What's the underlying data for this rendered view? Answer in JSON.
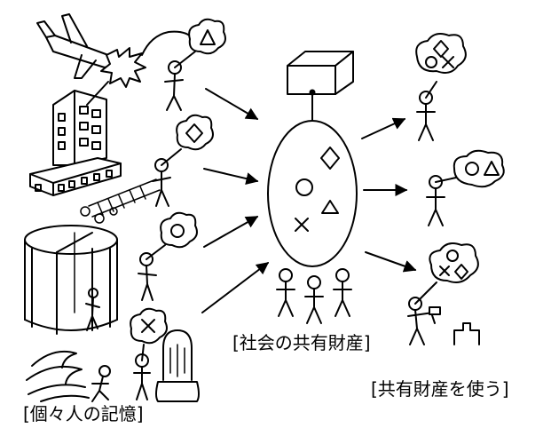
{
  "labels": {
    "individual_memory": "[個々人の記憶]",
    "shared_property": "[社会の共有財産]",
    "use_shared_property": "[共有財産を使う]"
  },
  "colors": {
    "ink": "#000000",
    "background": "#ffffff"
  }
}
